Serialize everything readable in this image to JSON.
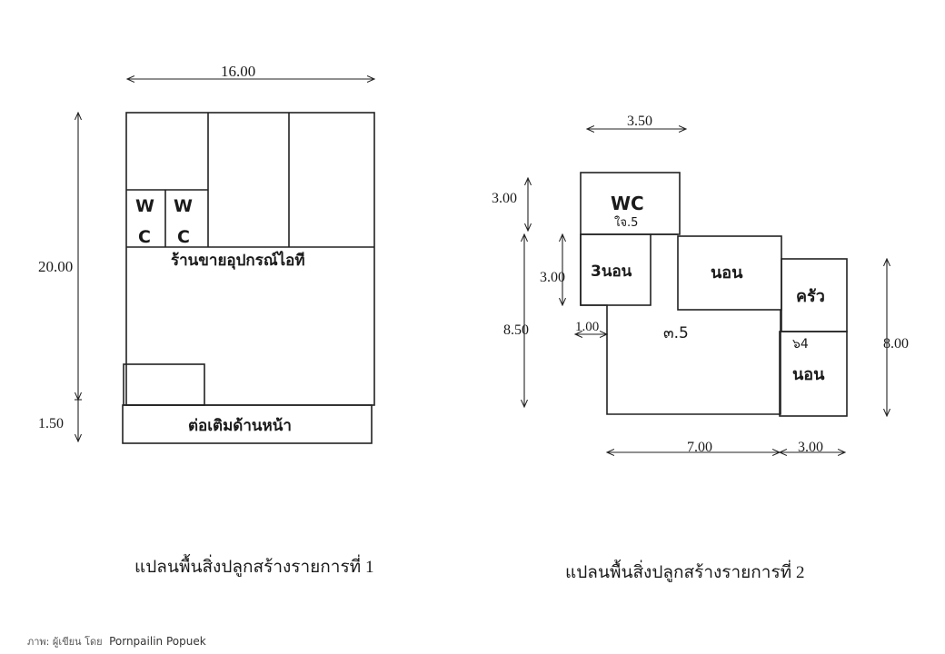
{
  "plan1": {
    "caption": "แปลนพื้นสิ่งปลูกสร้างรายการที่ 1",
    "dim_width": "16.00",
    "dim_height": "20.00",
    "dim_front": "1.50",
    "wc_left_top": "W",
    "wc_left_bottom": "C",
    "wc_right_top": "W",
    "wc_right_bottom": "C",
    "shop_label": "ร้านขายอุปกรณ์ไอที",
    "extension_label": "ต่อเติมด้านหน้า"
  },
  "plan2": {
    "caption": "แปลนพื้นสิ่งปลูกสร้างรายการที่ 2",
    "dim_wc_width": "3.50",
    "dim_wc_height": "3.00",
    "dim_bed_height": "3.00",
    "dim_total_height": "8.50",
    "dim_offset": "1.00",
    "dim_right_height": "8.00",
    "dim_bottom_left": "7.00",
    "dim_bottom_right": "3.00",
    "wc_label": "WC",
    "wc_note": "ใจ.5",
    "bedroom_left": "3นอน",
    "bedroom_mid": "นอน",
    "kitchen": "ครัว",
    "bedroom_right_note": "๖4",
    "bedroom_right": "นอน",
    "hall_note": "๓.5"
  },
  "footer": {
    "credit_prefix": "ภาพ: ผู้เขียน โดย",
    "author": "Pornpailin Popuek"
  }
}
